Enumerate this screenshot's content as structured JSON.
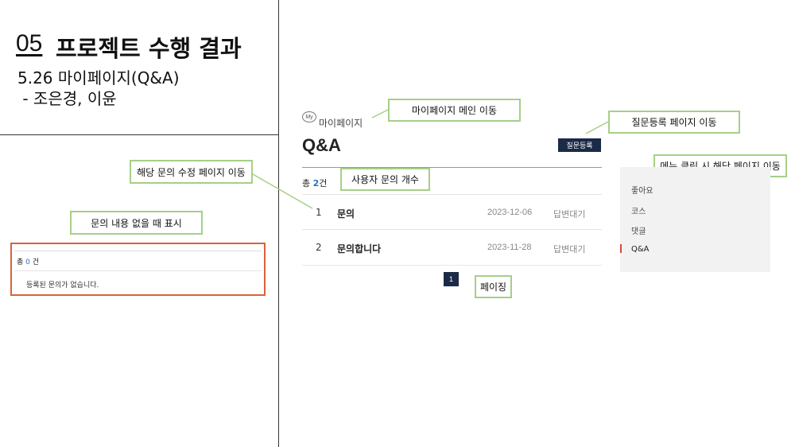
{
  "slide": {
    "number": "05",
    "title": "프로젝트 수행 결과",
    "subtitle": "5.26 마이페이지(Q&A)",
    "authors": " - 조은경, 이윤"
  },
  "callouts": {
    "mypage_main": "마이페이지 메인 이동",
    "register": "질문등록 페이지 이동",
    "menu_click": "메뉴 클릭 시 해당 페이지 이동",
    "edit_page": "해당 문의 수정 페이지 이동",
    "user_count": "사용자 문의 개수",
    "empty_state": "문의 내용 없을 때 표시",
    "paging": "페이징"
  },
  "empty_panel": {
    "count_prefix": "총",
    "count_value": "0",
    "count_suffix": "건",
    "message": "등록된 문의가 없습니다."
  },
  "page": {
    "icon_text": "My",
    "breadcrumb": "마이페이지",
    "title": "Q&A",
    "register_button": "질문등록",
    "count_prefix": "총",
    "count_value": "2",
    "count_suffix": "건",
    "rows": [
      {
        "num": "1",
        "title": "문의",
        "date": "2023-12-06",
        "status": "답변대기"
      },
      {
        "num": "2",
        "title": "문의합니다",
        "date": "2023-11-28",
        "status": "답변대기"
      }
    ],
    "pagination": [
      "1"
    ]
  },
  "side_menu": {
    "items": [
      "좋아요",
      "코스",
      "댓글",
      "Q&A"
    ],
    "active": "Q&A"
  }
}
